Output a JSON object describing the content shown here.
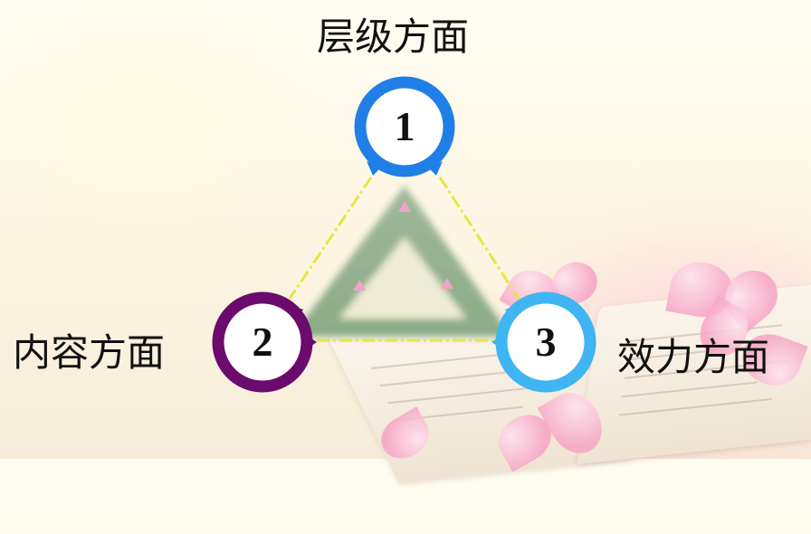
{
  "diagram": {
    "nodes": [
      {
        "number": "1",
        "label": "层级方面",
        "color": "#1f7fe6"
      },
      {
        "number": "2",
        "label": "内容方面",
        "color": "#6b0b6e"
      },
      {
        "number": "3",
        "label": "效力方面",
        "color": "#3fb5f2"
      }
    ],
    "connector_color": "#e6e640",
    "triangle_color": "#8fae8c",
    "marker_color": "#f2a3c8"
  }
}
